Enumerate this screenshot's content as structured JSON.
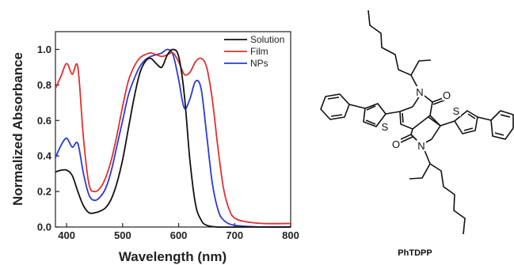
{
  "chart_data": {
    "type": "line",
    "xlabel": "Wavelength (nm)",
    "ylabel": "Normalized Absorbance",
    "xlim": [
      380,
      800
    ],
    "ylim": [
      0.0,
      1.1
    ],
    "xticks": [
      "400",
      "500",
      "600",
      "700",
      "800"
    ],
    "yticks": [
      "0.0",
      "0.2",
      "0.4",
      "0.6",
      "0.8",
      "1.0"
    ],
    "legend_position": "top-right",
    "grid": false,
    "series": [
      {
        "name": "Solution",
        "color": "#111111",
        "x": [
          380,
          390,
          400,
          410,
          420,
          430,
          440,
          450,
          460,
          470,
          480,
          490,
          500,
          510,
          520,
          530,
          540,
          550,
          560,
          570,
          580,
          590,
          600,
          610,
          620,
          630,
          640,
          650,
          670,
          700,
          750,
          800
        ],
        "y": [
          0.31,
          0.32,
          0.32,
          0.29,
          0.2,
          0.12,
          0.08,
          0.08,
          0.09,
          0.11,
          0.16,
          0.25,
          0.38,
          0.55,
          0.72,
          0.86,
          0.93,
          0.95,
          0.92,
          0.9,
          0.97,
          1.0,
          0.96,
          0.75,
          0.38,
          0.13,
          0.04,
          0.01,
          0.0,
          0.0,
          0.0,
          0.0
        ]
      },
      {
        "name": "Film",
        "color": "#e03030",
        "x": [
          380,
          390,
          400,
          410,
          420,
          430,
          440,
          450,
          460,
          470,
          480,
          490,
          500,
          510,
          520,
          530,
          540,
          550,
          560,
          570,
          580,
          590,
          600,
          610,
          620,
          630,
          640,
          650,
          660,
          670,
          680,
          690,
          700,
          720,
          750,
          800
        ],
        "y": [
          0.78,
          0.85,
          0.92,
          0.86,
          0.9,
          0.5,
          0.24,
          0.2,
          0.22,
          0.28,
          0.38,
          0.52,
          0.68,
          0.82,
          0.9,
          0.95,
          0.97,
          0.98,
          0.97,
          0.96,
          0.97,
          0.98,
          0.93,
          0.86,
          0.87,
          0.93,
          0.95,
          0.9,
          0.72,
          0.45,
          0.22,
          0.1,
          0.05,
          0.03,
          0.02,
          0.02
        ]
      },
      {
        "name": "NPs",
        "color": "#2a3bd4",
        "x": [
          380,
          390,
          400,
          410,
          420,
          430,
          440,
          450,
          460,
          470,
          480,
          490,
          500,
          510,
          520,
          530,
          540,
          550,
          560,
          570,
          580,
          590,
          600,
          610,
          620,
          630,
          640,
          650,
          660,
          670,
          680,
          700,
          750,
          800
        ],
        "y": [
          0.39,
          0.46,
          0.5,
          0.45,
          0.47,
          0.3,
          0.18,
          0.15,
          0.17,
          0.22,
          0.32,
          0.46,
          0.6,
          0.74,
          0.83,
          0.9,
          0.94,
          0.96,
          0.97,
          0.98,
          1.0,
          0.97,
          0.83,
          0.67,
          0.72,
          0.82,
          0.78,
          0.52,
          0.25,
          0.1,
          0.04,
          0.01,
          0.0,
          0.0
        ]
      }
    ]
  },
  "structure": {
    "compound_name": "PhTDPP",
    "atoms": [
      "S",
      "S",
      "N",
      "N",
      "O",
      "O"
    ]
  }
}
